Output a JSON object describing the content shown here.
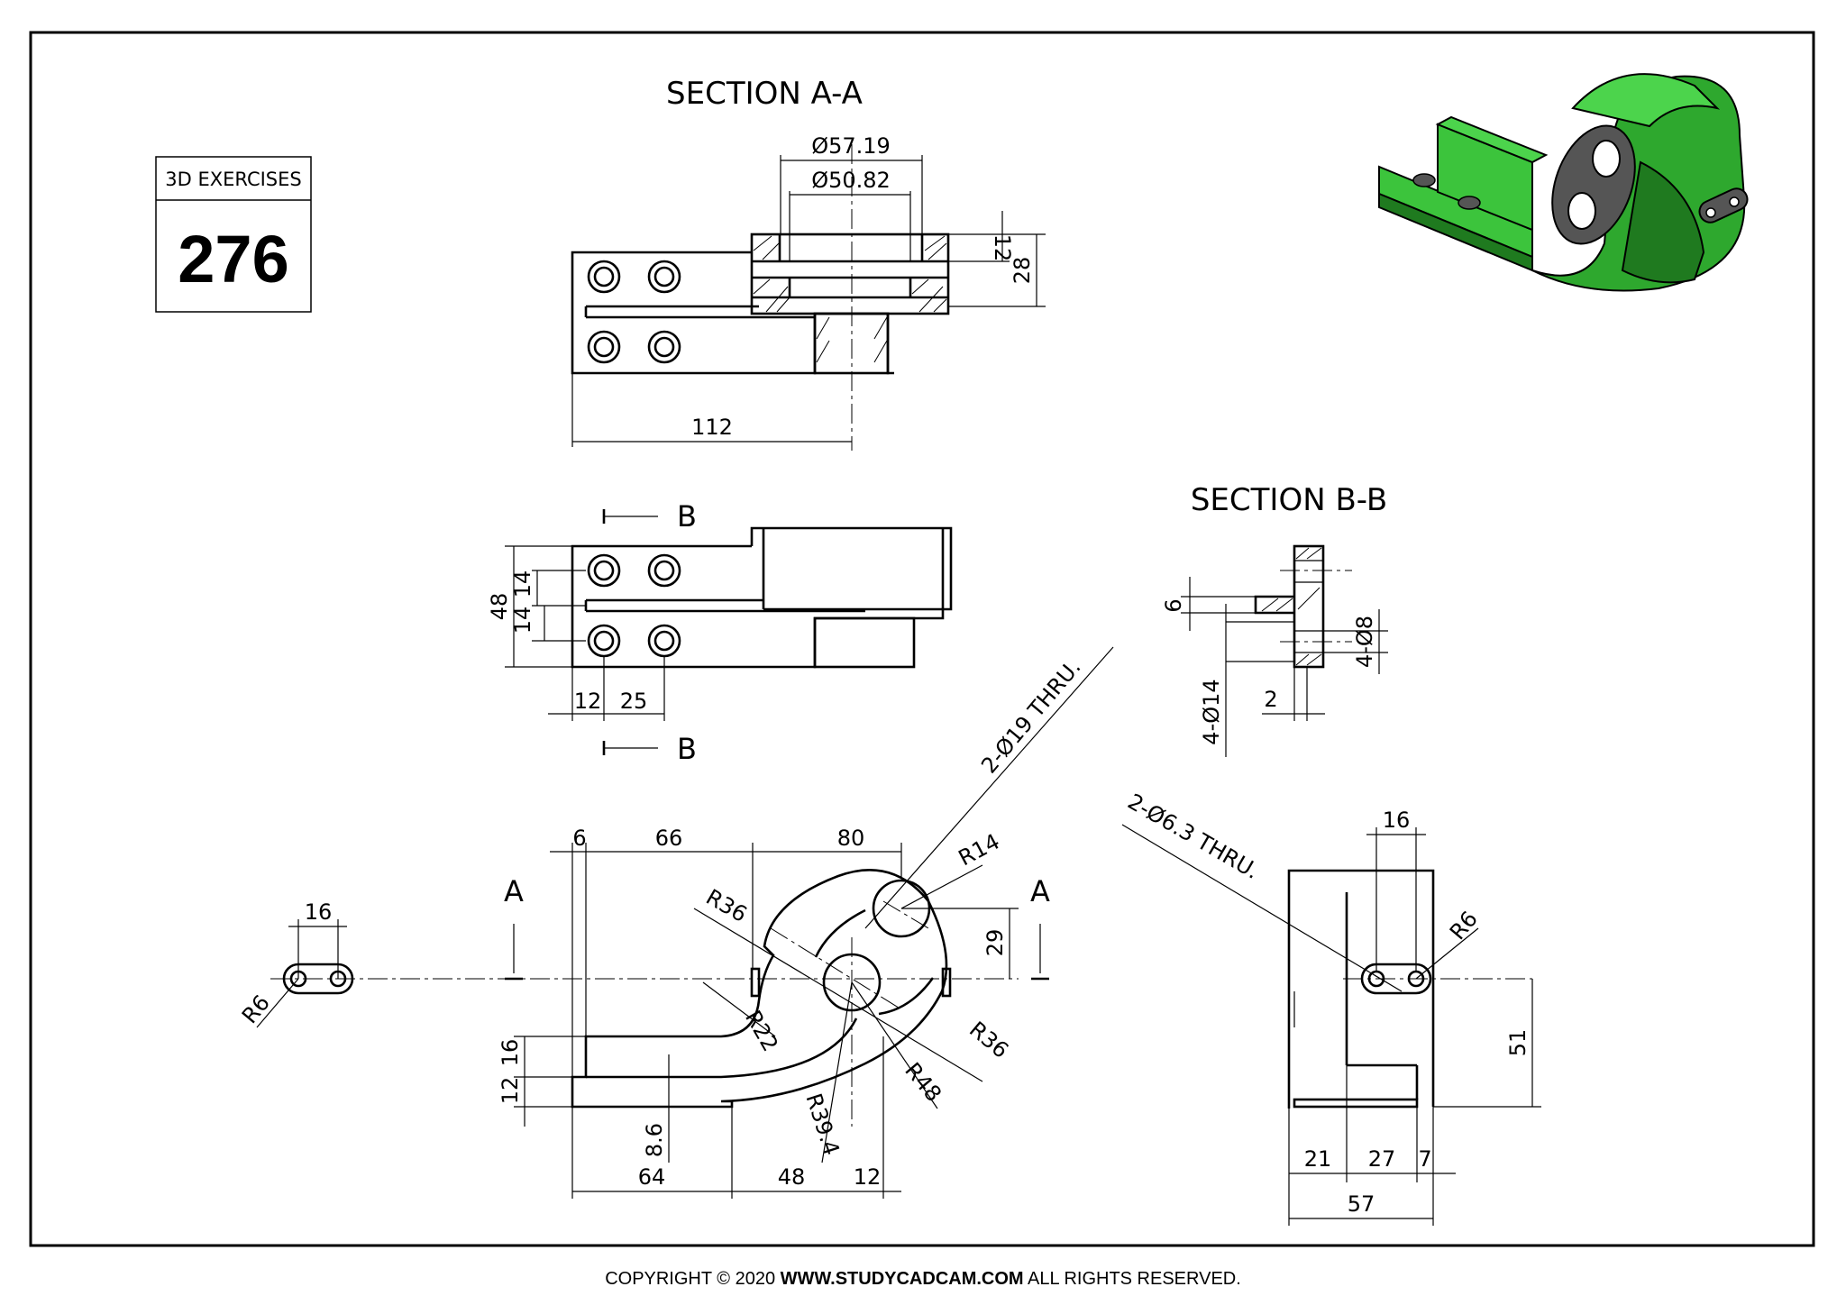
{
  "badge": {
    "label": "3D EXERCISES",
    "number": "276"
  },
  "sections": {
    "a_a": "SECTION A-A",
    "b_b": "SECTION B-B"
  },
  "cut_marks": {
    "a": "A",
    "b": "B"
  },
  "dims": {
    "dia_57": "Ø57.19",
    "dia_50": "Ø50.82",
    "d12_top": "12",
    "d28": "28",
    "d112": "112",
    "d48": "48",
    "d14a": "14",
    "d14b": "14",
    "d12_plan": "12",
    "d25": "25",
    "d6_bb": "6",
    "d4x8": "4-Ø8",
    "d4x14": "4-Ø14",
    "d2": "2",
    "d16_left": "16",
    "r6_left": "R6",
    "d6_front": "6",
    "d66": "66",
    "d80": "80",
    "r14": "R14",
    "hole19": "2-Ø19 THRU.",
    "r36a": "R36",
    "d29": "29",
    "r22": "R22",
    "r36b": "R36",
    "r48": "R48",
    "r39": "R39.4",
    "d16_front": "16",
    "d12_front": "12",
    "d8_6": "8.6",
    "d64": "64",
    "d48_front": "48",
    "d12_bottom": "12",
    "hole63": "2-Ø6.3 THRU.",
    "d16_side": "16",
    "r6_side": "R6",
    "d51": "51",
    "d21": "21",
    "d27": "27",
    "d7": "7",
    "d57": "57"
  },
  "footer": {
    "pre": "COPYRIGHT © 2020 ",
    "site": "WWW.STUDYCADCAM.COM",
    "post": " ALL RIGHTS RESERVED."
  },
  "colors": {
    "model_green": "#3cc43c",
    "model_dark": "#1f7a1f",
    "model_gray": "#555555"
  }
}
